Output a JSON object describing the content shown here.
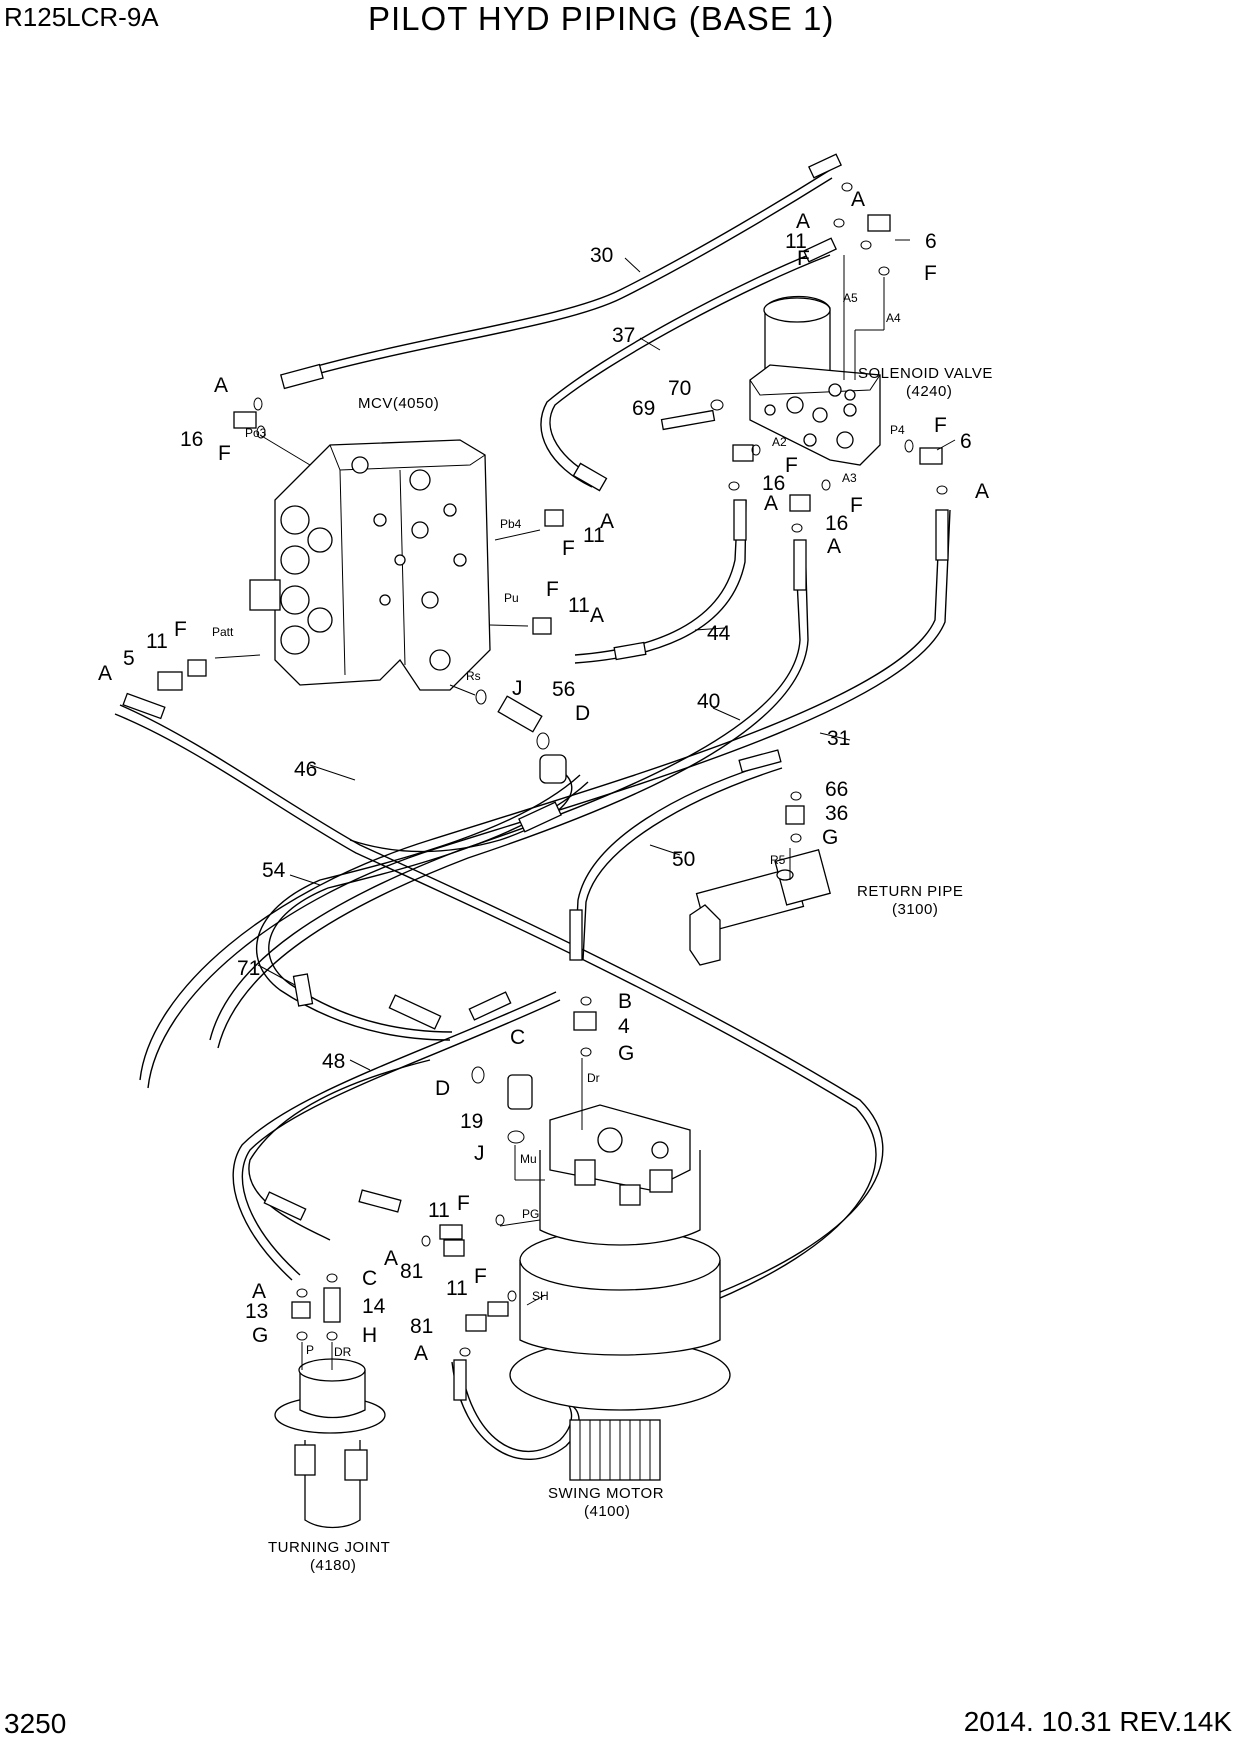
{
  "header": {
    "model": "R125LCR-9A",
    "title": "PILOT HYD PIPING (BASE 1)"
  },
  "footer": {
    "page_number": "3250",
    "revision": "2014. 10.31  REV.14K"
  },
  "components": {
    "mcv": "MCV(4050)",
    "solenoid_name": "SOLENOID VALVE",
    "solenoid_code": "(4240)",
    "return_name": "RETURN PIPE",
    "return_code": "(3100)",
    "swing_name": "SWING MOTOR",
    "swing_code": "(4100)",
    "turning_name": "TURNING JOINT",
    "turning_code": "(4180)"
  },
  "ports": [
    "Po3",
    "Pb4",
    "Pu",
    "Patt",
    "Rs",
    "A5",
    "A4",
    "P4",
    "A2",
    "A3",
    "R5",
    "Dr",
    "Mu",
    "PG",
    "SH",
    "P",
    "DR"
  ],
  "callouts": [
    "30",
    "37",
    "70",
    "69",
    "6",
    "11",
    "16",
    "5",
    "46",
    "56",
    "44",
    "40",
    "31",
    "50",
    "66",
    "36",
    "54",
    "71",
    "48",
    "4",
    "19",
    "81",
    "13",
    "14",
    "A",
    "B",
    "C",
    "D",
    "F",
    "G",
    "H",
    "J"
  ]
}
